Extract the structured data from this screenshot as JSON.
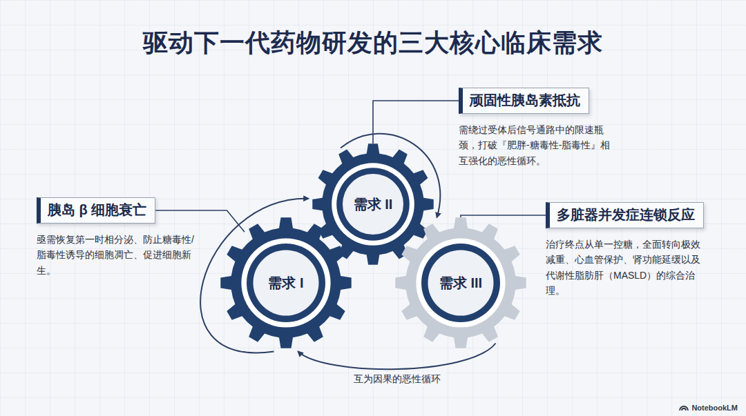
{
  "diagram": {
    "title": "驱动下一代药物研发的三大核心临床需求",
    "nodes": [
      {
        "text": [
          "胰岛 β 细胞衰亡",
          "亟需恢复第一时相分泌、防止糖毒性/脂毒性诱导的细胞凋亡、促进细胞新生。"
        ]
      },
      {
        "text": [
          "需求 I"
        ]
      },
      {
        "text": [
          "需求 II"
        ]
      },
      {
        "text": [
          "顽固性胰岛素抵抗",
          "需绕过受体后信号通路中的限速瓶颈，打破『肥胖-糖毒性-脂毒性』相互强化的恶性循环。"
        ]
      },
      {
        "text": [
          "需求 III"
        ]
      },
      {
        "text": [
          "多脏器并发症连锁反应",
          "治疗终点从单一控糖，全面转向极效减重、心血管保护、肾功能延缓以及代谢性脂肪肝（MASLD）的综合治理。"
        ]
      }
    ],
    "edges": [
      {
        "from": 0,
        "to": 1,
        "arrow": "none"
      },
      {
        "from": 3,
        "to": 2,
        "arrow": "none"
      },
      {
        "from": 5,
        "to": 4,
        "arrow": "none"
      },
      {
        "from": 1,
        "to": 2,
        "arrow": "to"
      },
      {
        "from": 2,
        "to": 4,
        "arrow": "to"
      },
      {
        "from": 4,
        "to": 1,
        "arrow": "to",
        "label": "互为因果的恶性循环"
      }
    ],
    "labels": [
      "NotebookLM"
    ]
  }
}
